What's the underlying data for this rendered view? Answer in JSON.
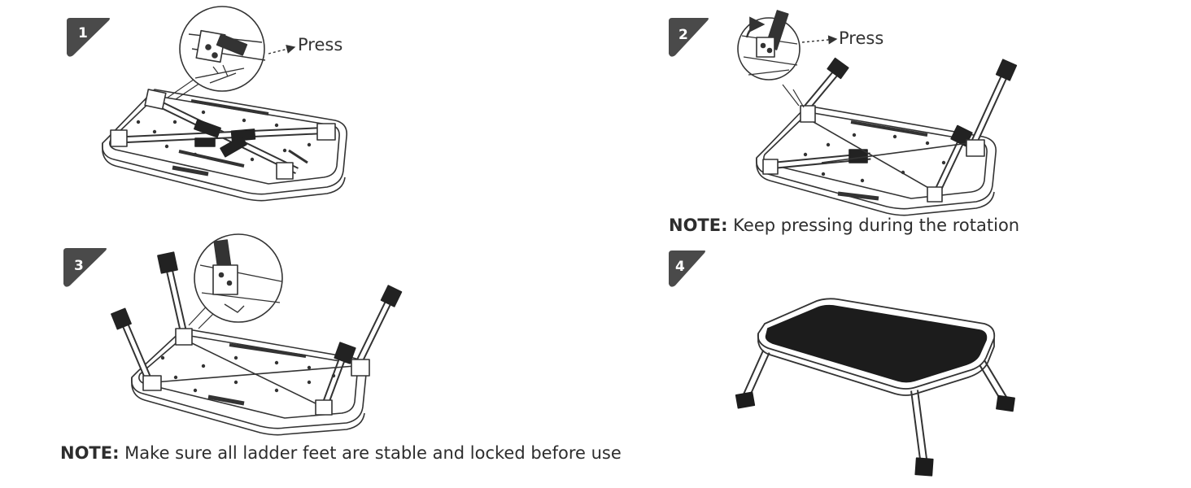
{
  "steps": [
    {
      "number": "1",
      "callout": "Press"
    },
    {
      "number": "2",
      "callout": "Press"
    },
    {
      "number": "3"
    },
    {
      "number": "4"
    }
  ],
  "notes": {
    "step2": {
      "label": "NOTE:",
      "text": " Keep pressing during the rotation"
    },
    "step3": {
      "label": "NOTE:",
      "text": " Make sure all ladder feet are stable and locked before use"
    }
  },
  "colors": {
    "badge": "#4a4a4a",
    "line": "#333333",
    "dark": "#1c1c1c"
  }
}
